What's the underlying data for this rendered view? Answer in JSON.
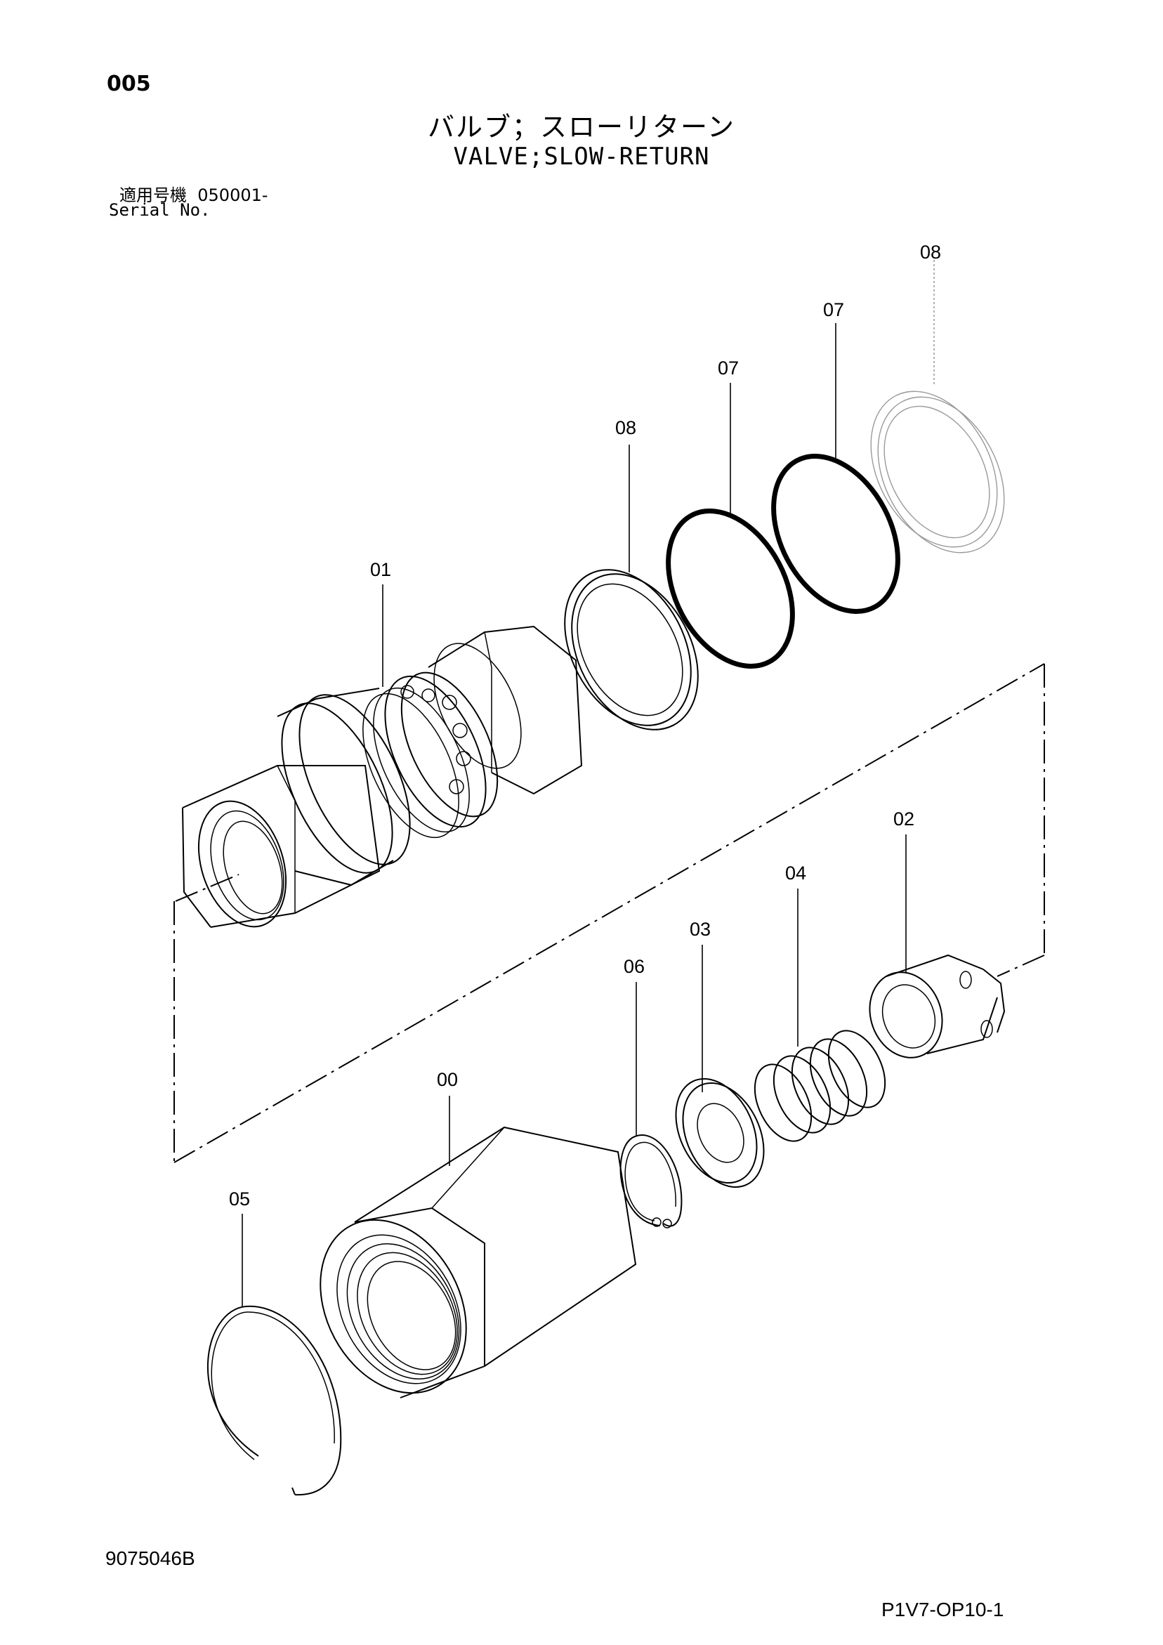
{
  "header": {
    "page_number": "005",
    "title_jp": "バルブ；スローリターン",
    "title_en": "VALVE;SLOW-RETURN",
    "serial_label_jp": "適用号機",
    "serial_value": "050001-",
    "serial_label_en": "Serial No."
  },
  "callouts": {
    "c08_top": "08",
    "c07_top": "07",
    "c07_mid": "07",
    "c08_mid": "08",
    "c01": "01",
    "c02": "02",
    "c04": "04",
    "c03": "03",
    "c06": "06",
    "c00": "00",
    "c05": "05"
  },
  "footer": {
    "drawing_number": "9075046B",
    "sheet_code": "P1V7-OP10-1"
  }
}
